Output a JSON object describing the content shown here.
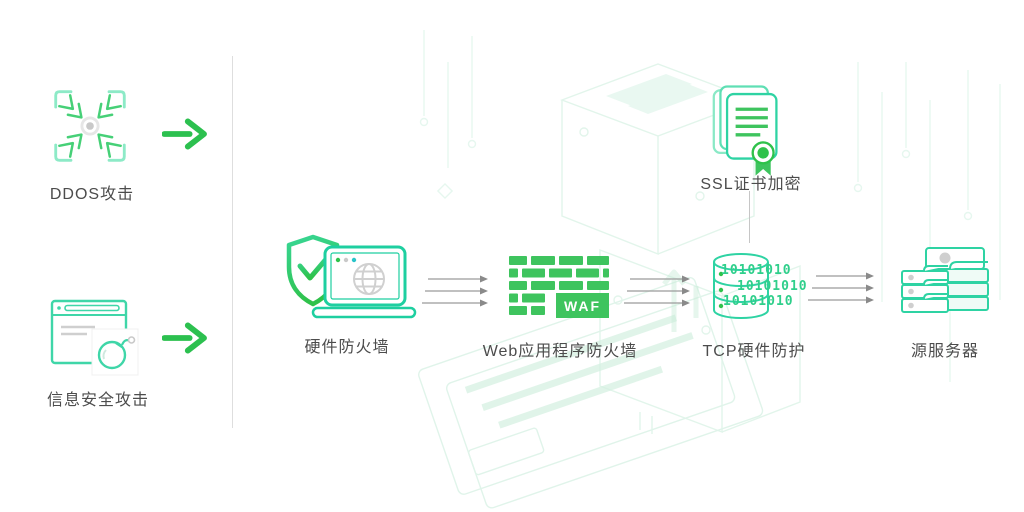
{
  "colors": {
    "accent_green": "#2cc04f",
    "mint_outline": "#2ed3a3",
    "brick_green": "#3ec45e",
    "binary_green": "#2fcf8b",
    "label_text": "#4c4c4c",
    "arrow_gray": "#9b9b9b",
    "divider_gray": "#dedede"
  },
  "left_panel": {
    "attacks": [
      {
        "label": "DDOS攻击",
        "icon": "ddos-attack-icon"
      },
      {
        "label": "信息安全攻击",
        "icon": "info-security-attack-icon"
      }
    ]
  },
  "flow": {
    "nodes": [
      {
        "id": "hardware-firewall",
        "label": "硬件防火墙",
        "icon": "shield-laptop-icon"
      },
      {
        "id": "waf",
        "label": "Web应用程序防火墙",
        "icon": "brick-wall-icon",
        "badge": "WAF"
      },
      {
        "id": "tcp-protection",
        "label": "TCP硬件防护",
        "icon": "database-icon",
        "binary_rows": [
          "10101010",
          "10101010",
          "10101010"
        ]
      },
      {
        "id": "origin-server",
        "label": "源服务器",
        "icon": "server-stack-icon"
      }
    ],
    "ssl": {
      "label": "SSL证书加密",
      "icon": "ssl-certificate-icon"
    }
  }
}
